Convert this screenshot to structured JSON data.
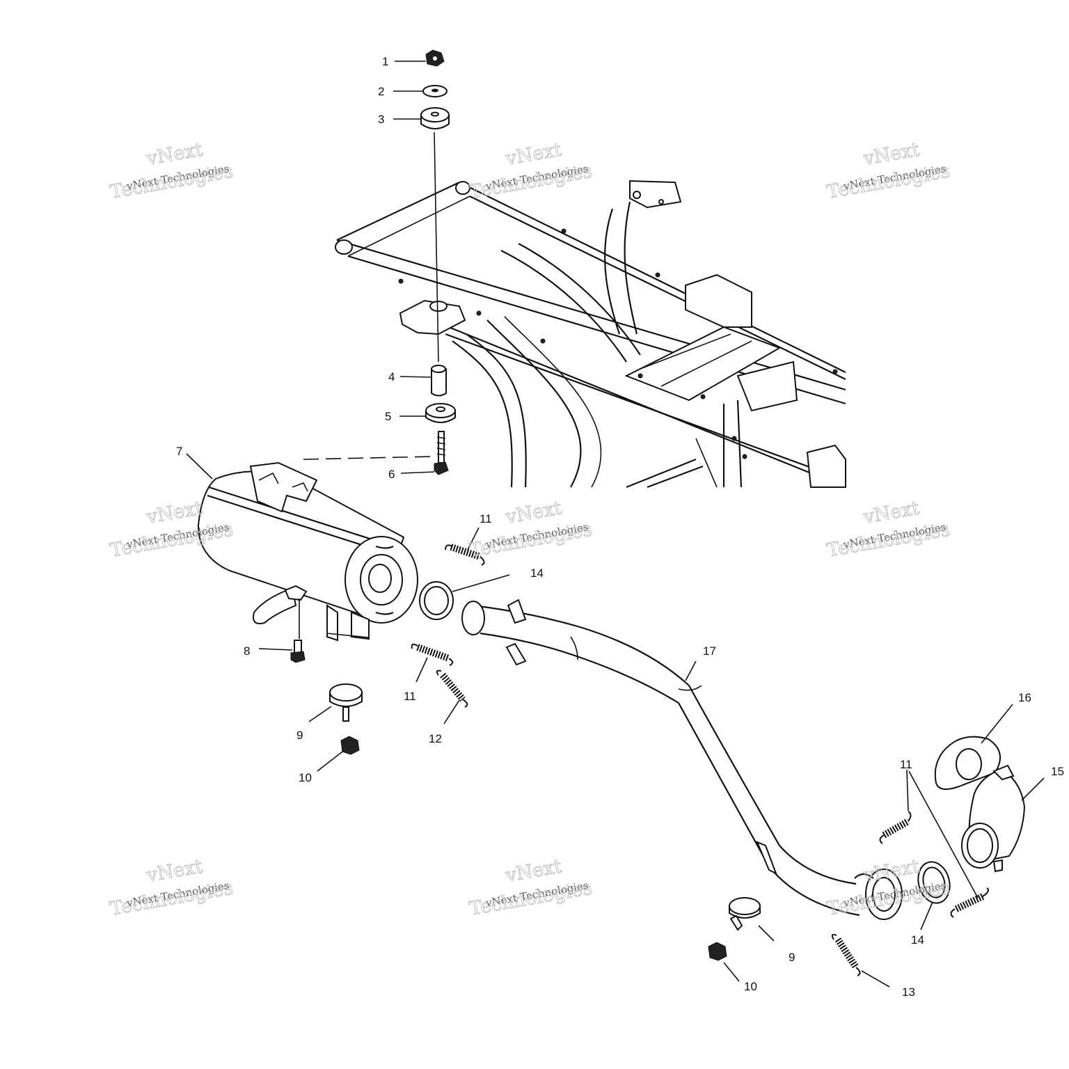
{
  "callouts": [
    {
      "label": "1"
    },
    {
      "label": "2"
    },
    {
      "label": "3"
    },
    {
      "label": "4"
    },
    {
      "label": "5"
    },
    {
      "label": "6"
    },
    {
      "label": "7"
    },
    {
      "label": "8"
    },
    {
      "label": "9"
    },
    {
      "label": "10"
    },
    {
      "label": "11"
    },
    {
      "label": "14"
    },
    {
      "label": "11"
    },
    {
      "label": "12"
    },
    {
      "label": "17"
    },
    {
      "label": "16"
    },
    {
      "label": "15"
    },
    {
      "label": "11"
    },
    {
      "label": "14"
    },
    {
      "label": "9"
    },
    {
      "label": "10"
    },
    {
      "label": "13"
    }
  ],
  "watermark": {
    "brand": "vNext",
    "company": "vNext Technologies",
    "word": "Technologies"
  },
  "colors": {
    "line": "#111111",
    "background": "#ffffff",
    "watermark": "#b8b8b8"
  }
}
